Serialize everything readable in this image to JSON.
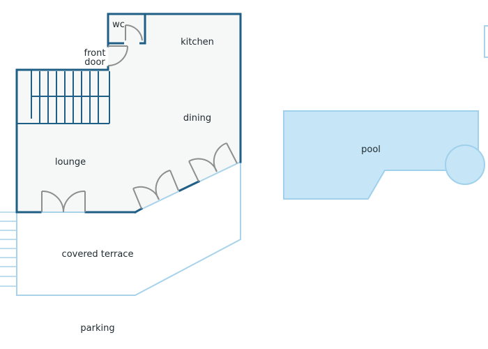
{
  "rooms": {
    "wc": "wc",
    "kitchen": "kitchen",
    "front_door_line1": "front",
    "front_door_line2": "door",
    "dining": "dining",
    "lounge": "lounge",
    "pool": "pool",
    "covered_terrace": "covered terrace",
    "parking": "parking"
  },
  "colors": {
    "wall": "#1f5e85",
    "floor": "#f6f7f7",
    "light_outline": "#a9d3ea",
    "pool_fill": "#c6e5f6",
    "pool_stroke": "#9fd0ec",
    "door": "#8e8e8e",
    "stairs": "#1f5e85"
  }
}
